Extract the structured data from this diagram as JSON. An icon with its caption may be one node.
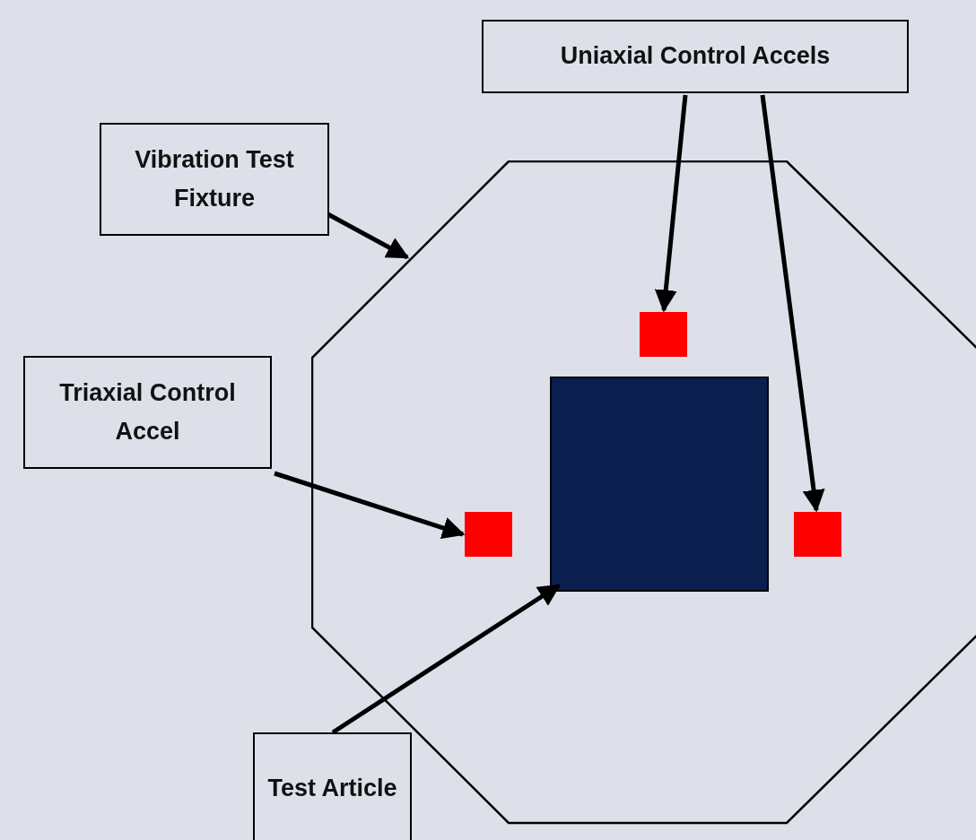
{
  "diagram": {
    "nodes": [
      {
        "text": [
          "Uniaxial Control Accels"
        ]
      },
      {
        "text": [
          "Vibration Test Fixture"
        ]
      },
      {
        "text": [
          "Triaxial Control Accel"
        ]
      },
      {
        "text": [
          "Test Article"
        ]
      },
      {
        "text": [],
        "shape": "octagon"
      },
      {
        "text": [],
        "shape": "box",
        "in": 4
      },
      {
        "text": [],
        "shape": "box",
        "in": 4
      },
      {
        "text": [],
        "shape": "box",
        "in": 4
      },
      {
        "text": [],
        "shape": "box",
        "in": 4
      }
    ],
    "edges": [
      {
        "from": 0,
        "to": 5,
        "arrow": "to"
      },
      {
        "from": 0,
        "to": 8,
        "arrow": "to"
      },
      {
        "from": 1,
        "to": 4,
        "arrow": "to"
      },
      {
        "from": 2,
        "to": 7,
        "arrow": "to"
      },
      {
        "from": 3,
        "to": 6,
        "arrow": "to"
      }
    ]
  }
}
